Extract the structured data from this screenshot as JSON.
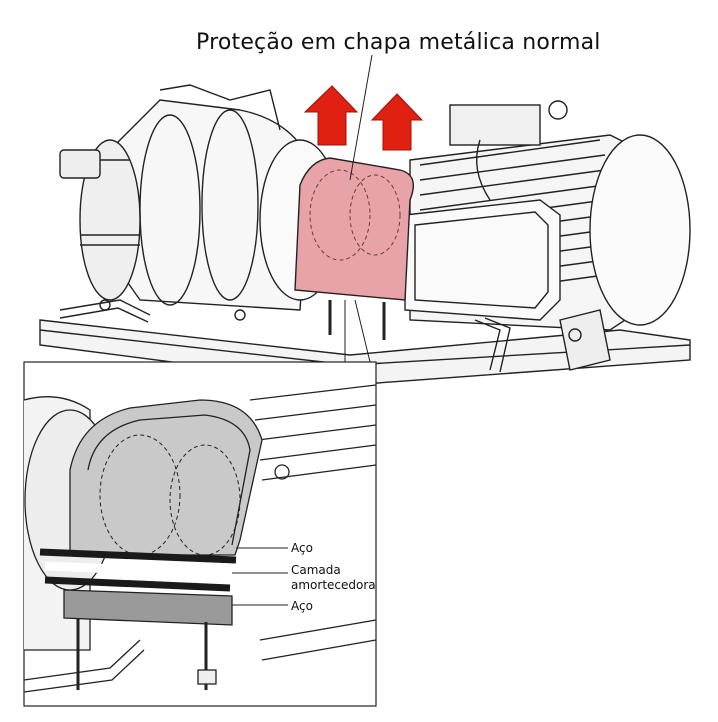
{
  "title": "Proteção em chapa metálica normal",
  "inset_labels": {
    "outer": "Aço",
    "middle_line1": "Camada",
    "middle_line2": "amortecedora",
    "inner": "Aço"
  },
  "colors": {
    "highlight_fill": "#e8a3a8",
    "arrow_red": "#e02010",
    "line": "#222222",
    "sheet_gray": "#c9c9c9",
    "dark_layer": "#1a1a1a"
  }
}
